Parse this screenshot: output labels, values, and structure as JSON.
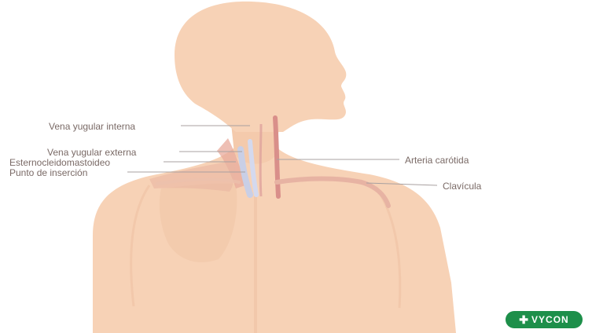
{
  "labels": {
    "vena_yugular_interna": "Vena yugular interna",
    "vena_yugular_externa": "Vena yugular externa",
    "esternocleidomastoideo": "Esternocleidomastoideo",
    "punto_de_insercion": "Punto de inserción",
    "arteria_carotida": "Arteria carótida",
    "clavicula": "Clavícula"
  },
  "logo": {
    "text": "VYCON",
    "color": "#1d8f4a",
    "icon": "cross-icon"
  },
  "colors": {
    "skin": "#f7d2b6",
    "skin_shade": "#f1c4a6",
    "muscle": "#e8a99b",
    "vein": "#c9cfe6",
    "artery": "#d98f8a",
    "leader_line": "#a8a0a0"
  }
}
